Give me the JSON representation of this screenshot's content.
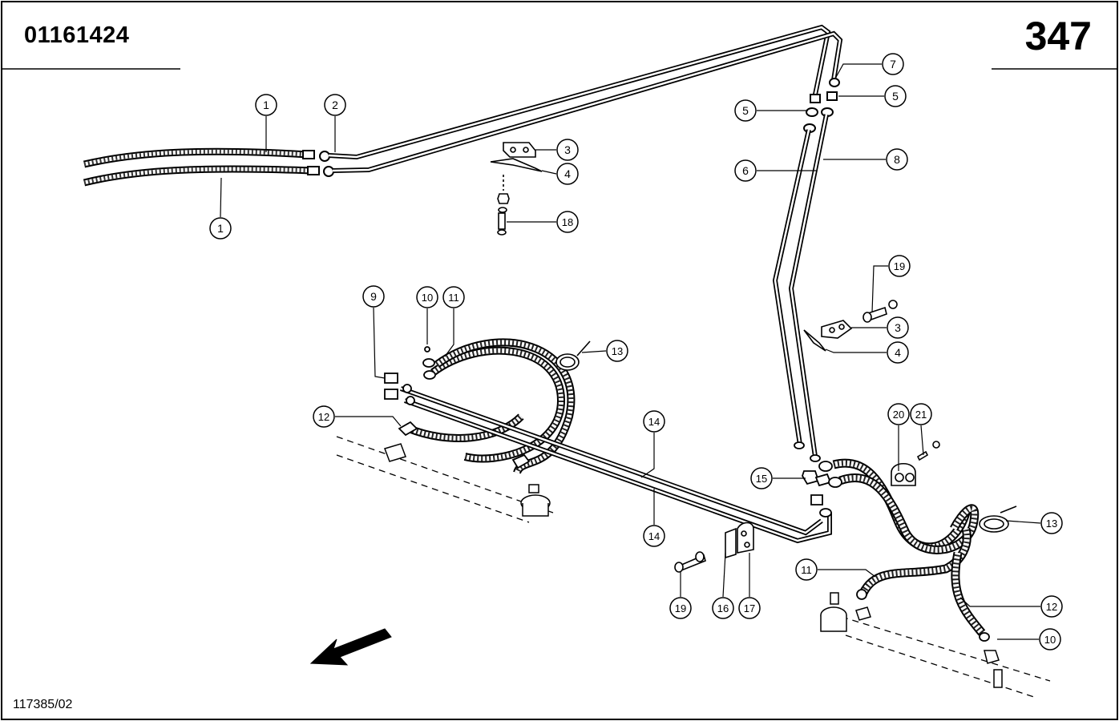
{
  "header": {
    "document_number": "01161424",
    "page_number": "347"
  },
  "footer": {
    "drawing_reference": "117385/02"
  },
  "callouts": [
    {
      "id": "c1a",
      "label": "1"
    },
    {
      "id": "c1b",
      "label": "1"
    },
    {
      "id": "c2",
      "label": "2"
    },
    {
      "id": "c3a",
      "label": "3"
    },
    {
      "id": "c4a",
      "label": "4"
    },
    {
      "id": "c18",
      "label": "18"
    },
    {
      "id": "c7",
      "label": "7"
    },
    {
      "id": "c5a",
      "label": "5"
    },
    {
      "id": "c5b",
      "label": "5"
    },
    {
      "id": "c6",
      "label": "6"
    },
    {
      "id": "c8",
      "label": "8"
    },
    {
      "id": "c19a",
      "label": "19"
    },
    {
      "id": "c3b",
      "label": "3"
    },
    {
      "id": "c4b",
      "label": "4"
    },
    {
      "id": "c9",
      "label": "9"
    },
    {
      "id": "c10a",
      "label": "10"
    },
    {
      "id": "c11a",
      "label": "11"
    },
    {
      "id": "c13a",
      "label": "13"
    },
    {
      "id": "c12a",
      "label": "12"
    },
    {
      "id": "c14a",
      "label": "14"
    },
    {
      "id": "c14b",
      "label": "14"
    },
    {
      "id": "c20",
      "label": "20"
    },
    {
      "id": "c21",
      "label": "21"
    },
    {
      "id": "c15",
      "label": "15"
    },
    {
      "id": "c13b",
      "label": "13"
    },
    {
      "id": "c11b",
      "label": "11"
    },
    {
      "id": "c12b",
      "label": "12"
    },
    {
      "id": "c10b",
      "label": "10"
    },
    {
      "id": "c19b",
      "label": "19"
    },
    {
      "id": "c16",
      "label": "16"
    },
    {
      "id": "c17",
      "label": "17"
    }
  ]
}
